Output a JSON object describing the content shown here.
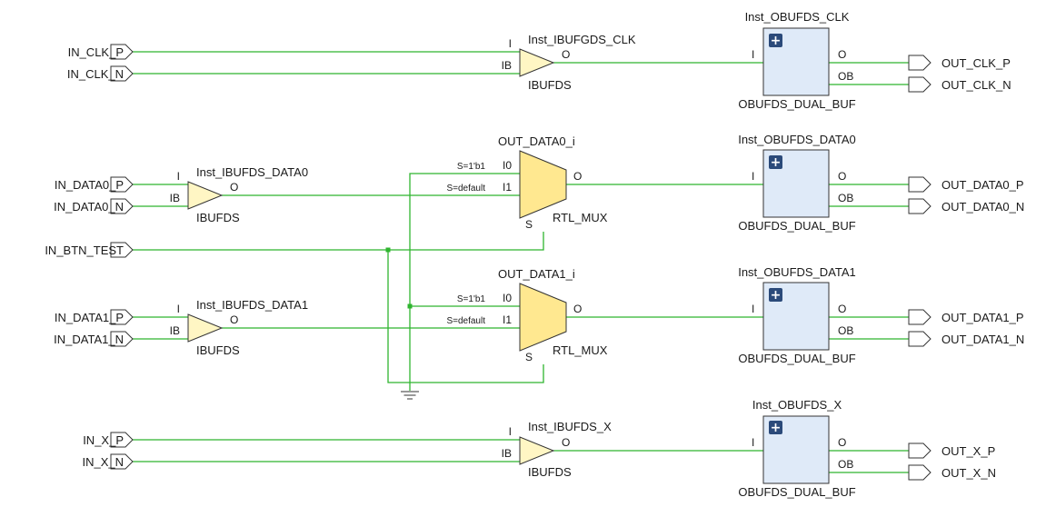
{
  "colors": {
    "wire": "#2fb52f",
    "ibuf_fill": "#fff6c4",
    "mux_fill": "#ffe890",
    "obuf_fill": "#dfeaf8",
    "plus_button": "#2b4a7a"
  },
  "input_ports": {
    "clk_p": "IN_CLK_P",
    "clk_n": "IN_CLK_N",
    "data0_p": "IN_DATA0_P",
    "data0_n": "IN_DATA0_N",
    "btn_test": "IN_BTN_TEST",
    "data1_p": "IN_DATA1_P",
    "data1_n": "IN_DATA1_N",
    "x_p": "IN_X_P",
    "x_n": "IN_X_N"
  },
  "output_ports": {
    "clk_p": "OUT_CLK_P",
    "clk_n": "OUT_CLK_N",
    "data0_p": "OUT_DATA0_P",
    "data0_n": "OUT_DATA0_N",
    "data1_p": "OUT_DATA1_P",
    "data1_n": "OUT_DATA1_N",
    "x_p": "OUT_X_P",
    "x_n": "OUT_X_N"
  },
  "ibufs": {
    "clk": {
      "instance": "Inst_IBUFGDS_CLK",
      "type": "IBUFDS",
      "pin_i": "I",
      "pin_ib": "IB",
      "pin_o": "O"
    },
    "data0": {
      "instance": "Inst_IBUFDS_DATA0",
      "type": "IBUFDS",
      "pin_i": "I",
      "pin_ib": "IB",
      "pin_o": "O"
    },
    "data1": {
      "instance": "Inst_IBUFDS_DATA1",
      "type": "IBUFDS",
      "pin_i": "I",
      "pin_ib": "IB",
      "pin_o": "O"
    },
    "x": {
      "instance": "Inst_IBUFDS_X",
      "type": "IBUFDS",
      "pin_i": "I",
      "pin_ib": "IB",
      "pin_o": "O"
    }
  },
  "muxes": {
    "data0": {
      "instance": "OUT_DATA0_i",
      "type": "RTL_MUX",
      "pin_i0": "I0",
      "pin_i1": "I1",
      "pin_o": "O",
      "pin_s": "S",
      "sel0": "S=1'b1",
      "sel1": "S=default"
    },
    "data1": {
      "instance": "OUT_DATA1_i",
      "type": "RTL_MUX",
      "pin_i0": "I0",
      "pin_i1": "I1",
      "pin_o": "O",
      "pin_s": "S",
      "sel0": "S=1'b1",
      "sel1": "S=default"
    }
  },
  "obufs": {
    "clk": {
      "instance": "Inst_OBUFDS_CLK",
      "type": "OBUFDS_DUAL_BUF",
      "pin_i": "I",
      "pin_o": "O",
      "pin_ob": "OB",
      "expand": "+"
    },
    "data0": {
      "instance": "Inst_OBUFDS_DATA0",
      "type": "OBUFDS_DUAL_BUF",
      "pin_i": "I",
      "pin_o": "O",
      "pin_ob": "OB",
      "expand": "+"
    },
    "data1": {
      "instance": "Inst_OBUFDS_DATA1",
      "type": "OBUFDS_DUAL_BUF",
      "pin_i": "I",
      "pin_o": "O",
      "pin_ob": "OB",
      "expand": "+"
    },
    "x": {
      "instance": "Inst_OBUFDS_X",
      "type": "OBUFDS_DUAL_BUF",
      "pin_i": "I",
      "pin_o": "O",
      "pin_ob": "OB",
      "expand": "+"
    }
  }
}
